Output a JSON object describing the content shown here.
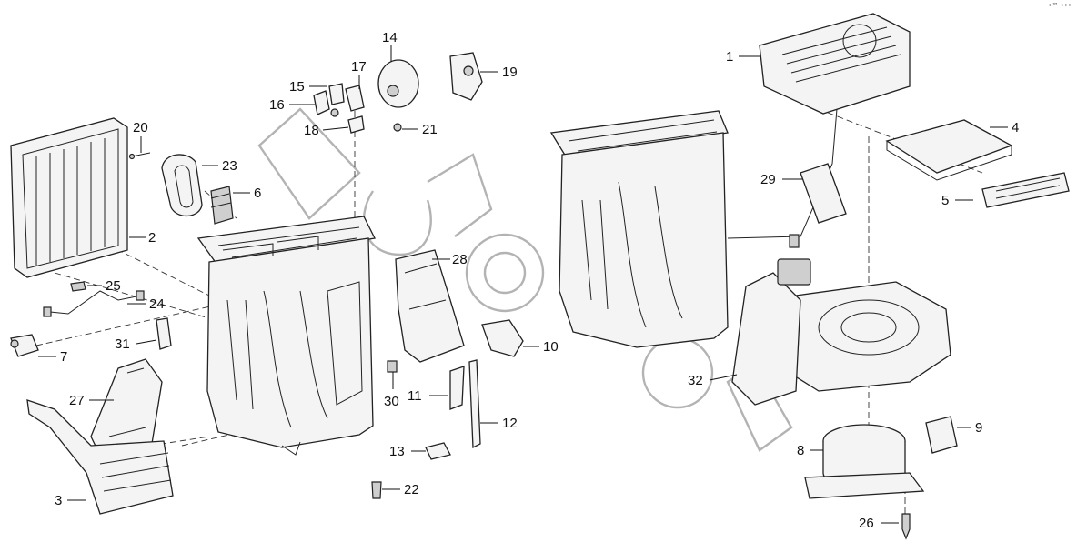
{
  "corner_mark": "•™ •••",
  "callouts": [
    {
      "id": "1",
      "label": "1"
    },
    {
      "id": "2",
      "label": "2"
    },
    {
      "id": "3",
      "label": "3"
    },
    {
      "id": "4",
      "label": "4"
    },
    {
      "id": "5",
      "label": "5"
    },
    {
      "id": "6",
      "label": "6"
    },
    {
      "id": "7",
      "label": "7"
    },
    {
      "id": "8",
      "label": "8"
    },
    {
      "id": "9",
      "label": "9"
    },
    {
      "id": "10",
      "label": "10"
    },
    {
      "id": "11",
      "label": "11"
    },
    {
      "id": "12",
      "label": "12"
    },
    {
      "id": "13",
      "label": "13"
    },
    {
      "id": "14",
      "label": "14"
    },
    {
      "id": "15",
      "label": "15"
    },
    {
      "id": "16",
      "label": "16"
    },
    {
      "id": "17",
      "label": "17"
    },
    {
      "id": "18",
      "label": "18"
    },
    {
      "id": "19",
      "label": "19"
    },
    {
      "id": "20",
      "label": "20"
    },
    {
      "id": "21",
      "label": "21"
    },
    {
      "id": "22",
      "label": "22"
    },
    {
      "id": "23",
      "label": "23"
    },
    {
      "id": "24",
      "label": "24"
    },
    {
      "id": "25",
      "label": "25"
    },
    {
      "id": "26",
      "label": "26"
    },
    {
      "id": "27",
      "label": "27"
    },
    {
      "id": "28",
      "label": "28"
    },
    {
      "id": "29",
      "label": "29"
    },
    {
      "id": "30",
      "label": "30"
    },
    {
      "id": "31",
      "label": "31"
    },
    {
      "id": "32",
      "label": "32"
    }
  ]
}
